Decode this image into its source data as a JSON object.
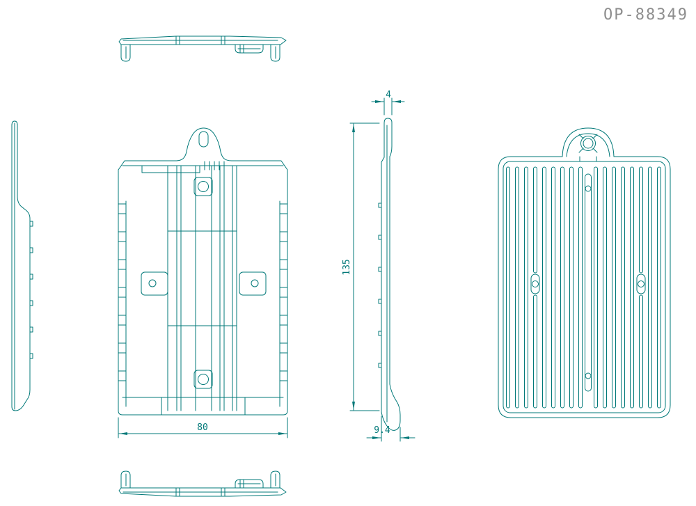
{
  "title": "OP-88349",
  "colors": {
    "line": "#007878",
    "title": "#8e8e8e",
    "background": "#ffffff"
  },
  "dimensions": {
    "overall_width": "80",
    "overall_height": "135",
    "tab_thickness": "4",
    "base_depth": "9.4"
  }
}
